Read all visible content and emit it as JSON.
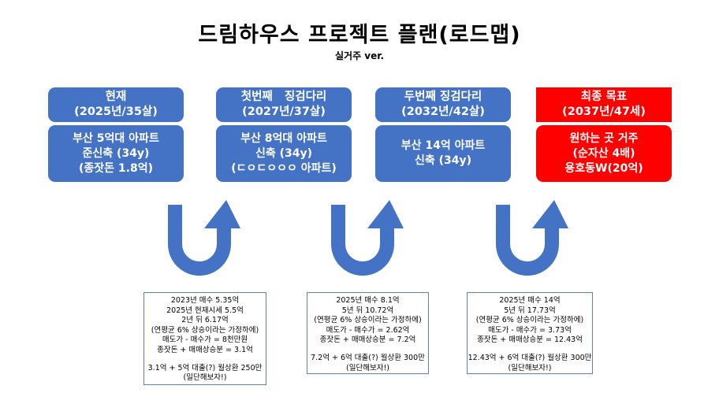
{
  "title": "드림하우스 프로젝트 플랜(로드맵)",
  "subtitle": "실거주 ver.",
  "stages": [
    {
      "header": [
        "현재",
        "(2025년/35살)"
      ],
      "body": [
        "부산 5억대 아파트",
        "준신축 (34y)",
        "(종잣돈 1.8억)"
      ],
      "color": "#4472c4"
    },
    {
      "header": [
        "첫번째   징검다리",
        "(2027년/37살)"
      ],
      "body": [
        "부산 8억대 아파트",
        "신축 (34y)",
        "(ㄷㅇㄷㅇㅇㅇ 아파트)"
      ],
      "color": "#4472c4"
    },
    {
      "header": [
        "두번째 징검다리",
        "(2032년/42살)"
      ],
      "body": [
        "부산 14억 아파트",
        "신축 (34y)"
      ],
      "color": "#4472c4"
    },
    {
      "header": [
        "최종 목표",
        "(2037년/47세)"
      ],
      "body": [
        "원하는 곳 거주",
        "(순자산 4배)",
        "용호동W(20억)"
      ],
      "color": "#ff0000"
    }
  ],
  "notes": [
    {
      "lines": [
        "2023년 매수 5.35억",
        "2025년 현재시세 5.5억",
        "2년 뒤 6.17억",
        "(연평균 6% 상승이라는 가정하에)",
        "매도가 - 매수가 = 8천만원",
        "종잣돈 + 매매상승분 = 3.1억"
      ],
      "tail": [
        "3.1억 + 5억 대출(?) 월상환 250만",
        "(일단해보자!)"
      ]
    },
    {
      "lines": [
        "2025년 매수 8.1억",
        "5년 뒤 10.72억",
        "(연평균 6% 상승이라는 가정하에)",
        "매도가 - 매수가 = 2.62억",
        "종잣돈 + 매매상승분 = 7.2억"
      ],
      "tail": [
        "7.2억 + 6억 대출(?) 월상환 300만",
        "(일단해보자!)"
      ]
    },
    {
      "lines": [
        "2025년 매수 14억",
        "5년 뒤 17.73억",
        "(연평균 6% 상승이라는 가정하에)",
        "매도가 - 매수가 = 3.73억",
        "종잣돈 + 매매상승분 = 12.43억"
      ],
      "tail": [
        "12.43억 + 6억 대출(?) 월상환 300만",
        "(일단해보자!)"
      ]
    }
  ],
  "colors": {
    "arrow": "#4472c4",
    "primary": "#4472c4",
    "goal": "#ff0000"
  },
  "arrow_icon": "u-turn-arrow-icon"
}
